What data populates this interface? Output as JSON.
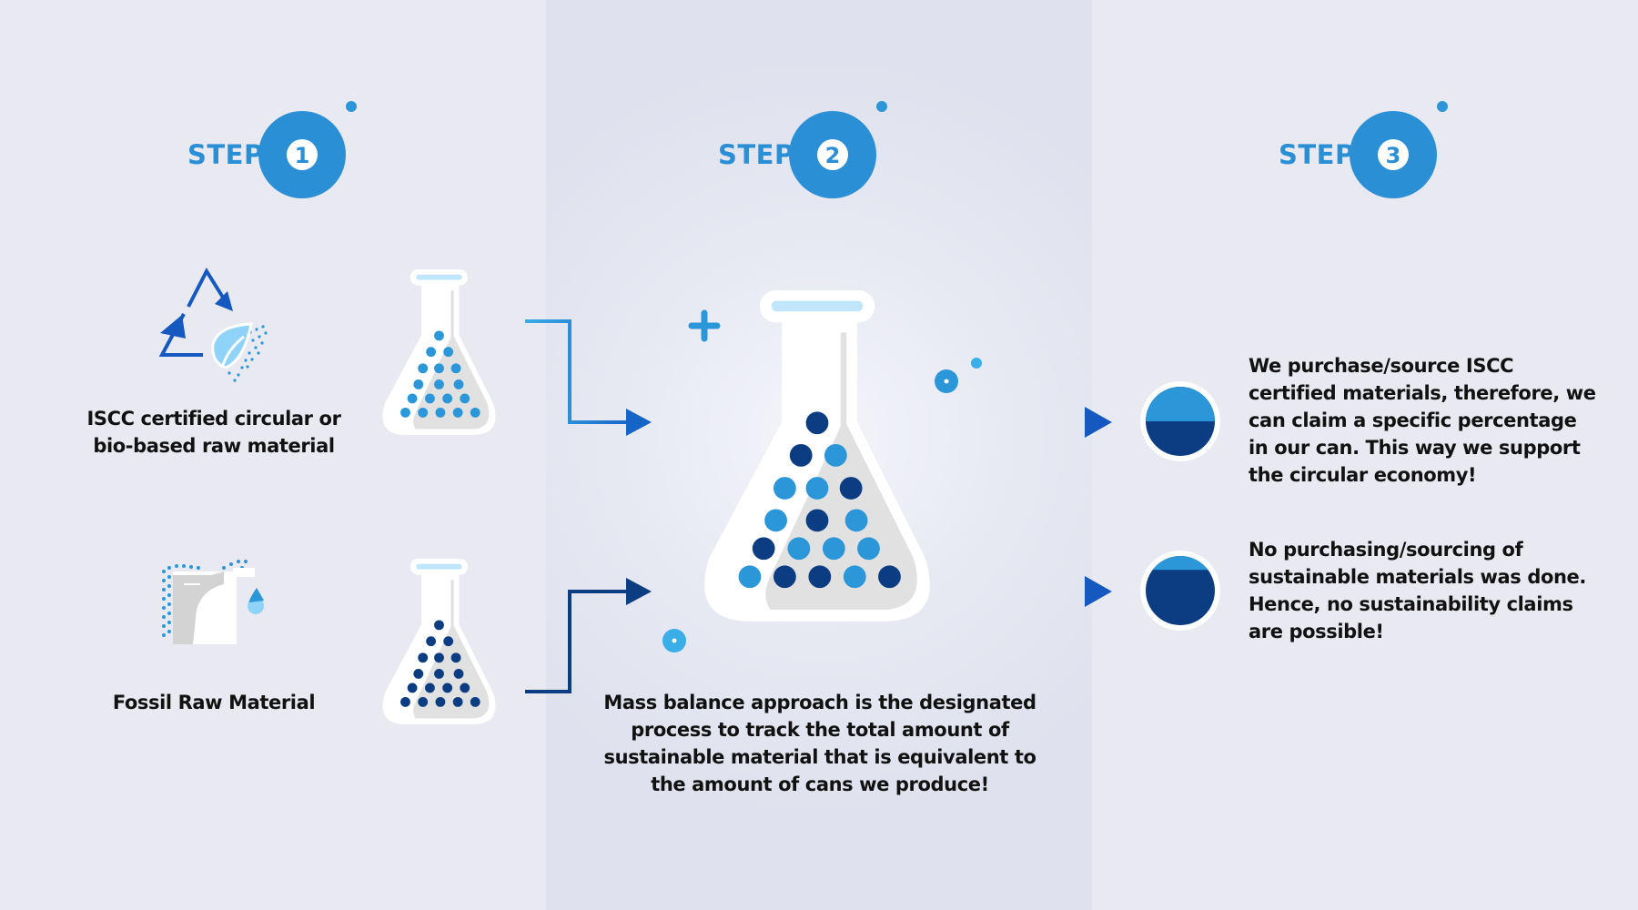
{
  "steps": [
    {
      "label": "STEP",
      "number": "1"
    },
    {
      "label": "STEP",
      "number": "2"
    },
    {
      "label": "STEP",
      "number": "3"
    }
  ],
  "inputs": {
    "certified": {
      "lines": [
        "ISCC certified circular or",
        "bio-based raw material"
      ],
      "icon": "recycle-leaf-icon"
    },
    "fossil": {
      "lines": [
        "Fossil Raw Material"
      ],
      "icon": "fossil-canister-icon"
    }
  },
  "mass_balance": {
    "lines": [
      "Mass balance approach is the designated",
      "process to track the total amount of",
      "sustainable material that is equivalent to",
      "the amount of cans we produce!"
    ]
  },
  "outcomes": [
    {
      "lines": [
        "We purchase/source ISCC",
        "certified materials, therefore, we",
        "can claim a specific percentage",
        "in our can. This way we support",
        "the circular economy!"
      ],
      "sustainable_share": 0.5
    },
    {
      "lines": [
        "No purchasing/sourcing of",
        "sustainable materials was done.",
        "Hence, no sustainability claims",
        "are possible!"
      ],
      "sustainable_share": 0.2
    }
  ],
  "colors": {
    "light_blue": "#2b96d8",
    "dark_blue": "#0c3d82",
    "step_blue": "#2b8fd6",
    "accent_cyan": "#3aaee6"
  }
}
